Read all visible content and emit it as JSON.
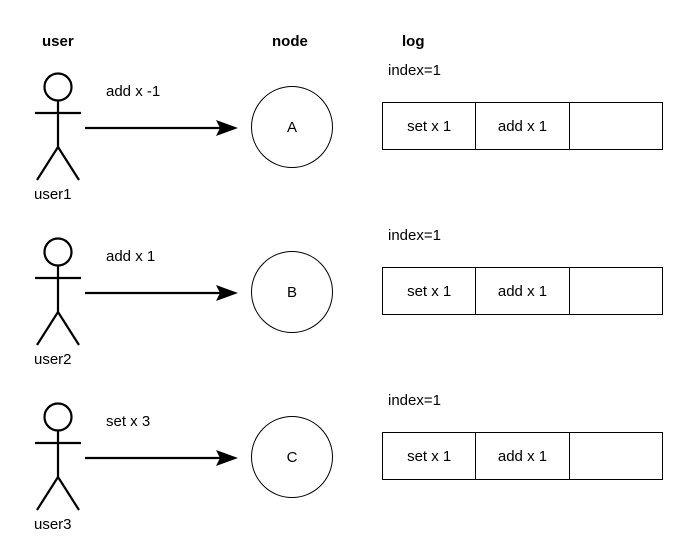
{
  "headers": {
    "user": "user",
    "node": "node",
    "log": "log"
  },
  "colors": {
    "stroke": "#000000",
    "background": "#ffffff",
    "text": "#000000"
  },
  "rows": [
    {
      "actor_label": "user1",
      "message": "add x -1",
      "node_letter": "A",
      "log_index": "index=1",
      "log_cells": [
        "set x 1",
        "add x 1",
        ""
      ]
    },
    {
      "actor_label": "user2",
      "message": "add x 1",
      "node_letter": "B",
      "log_index": "index=1",
      "log_cells": [
        "set x 1",
        "add x 1",
        ""
      ]
    },
    {
      "actor_label": "user3",
      "message": "set x 3",
      "node_letter": "C",
      "log_index": "index=1",
      "log_cells": [
        "set x 1",
        "add x 1",
        ""
      ]
    }
  ]
}
